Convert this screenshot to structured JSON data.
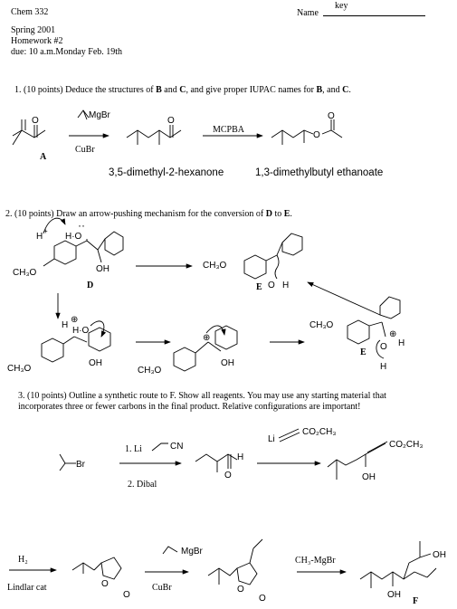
{
  "header": {
    "course": "Chem 332",
    "name_label": "Name",
    "name_value": "key",
    "term": "Spring 2001",
    "homework": "Homework #2",
    "due": "due:  10 a.m.Monday Feb. 19th"
  },
  "q1": {
    "prompt_a": "1. (10 points)  Deduce the structures of ",
    "B": "B",
    "and": " and ",
    "C": "C",
    "prompt_b": ", and give proper IUPAC names for ",
    "B2": "B",
    "and2": ", and ",
    "C2": "C",
    "dot": ".",
    "label_A": "A",
    "reagent_grignard": "MgBr",
    "reagent_cubr": "CuBr",
    "reagent_mcpba": "MCPBA",
    "name_B": "3,5-dimethyl-2-hexanone",
    "name_C": "1,3-dimethylbutyl ethanoate",
    "atom_O": "O"
  },
  "q2": {
    "prompt_a": "2. (10 points)  Draw an arrow-pushing mechanism for the conversion of ",
    "D": "D",
    "to": " to ",
    "E": "E",
    "dot": ".",
    "h_plus": "H",
    "plus_sup": "+",
    "label_D": "D",
    "label_E": "E",
    "label_E2": "E",
    "ch3o": "CH₃O",
    "oh": "OH",
    "o": "O",
    "h": "H"
  },
  "q3": {
    "prompt_line1": "3.  (10 points) Outline a synthetic route to F. Show all reagents. You may use any starting material that",
    "prompt_line2": "incorporates three or fewer carbons in the final product. Relative configurations are important!",
    "br": "Br",
    "step1": "1. Li",
    "cn": "CN",
    "step2": "2. Dibal",
    "h": "H",
    "o": "O",
    "li": "Li",
    "co2ch3": "CO₂CH₃",
    "oh": "OH",
    "h2": "H₂",
    "lindlar": "Lindlar cat",
    "mgbr": "MgBr",
    "cubr": "CuBr",
    "ch3mgbr": "CH₃-MgBr",
    "label_F": "F"
  }
}
